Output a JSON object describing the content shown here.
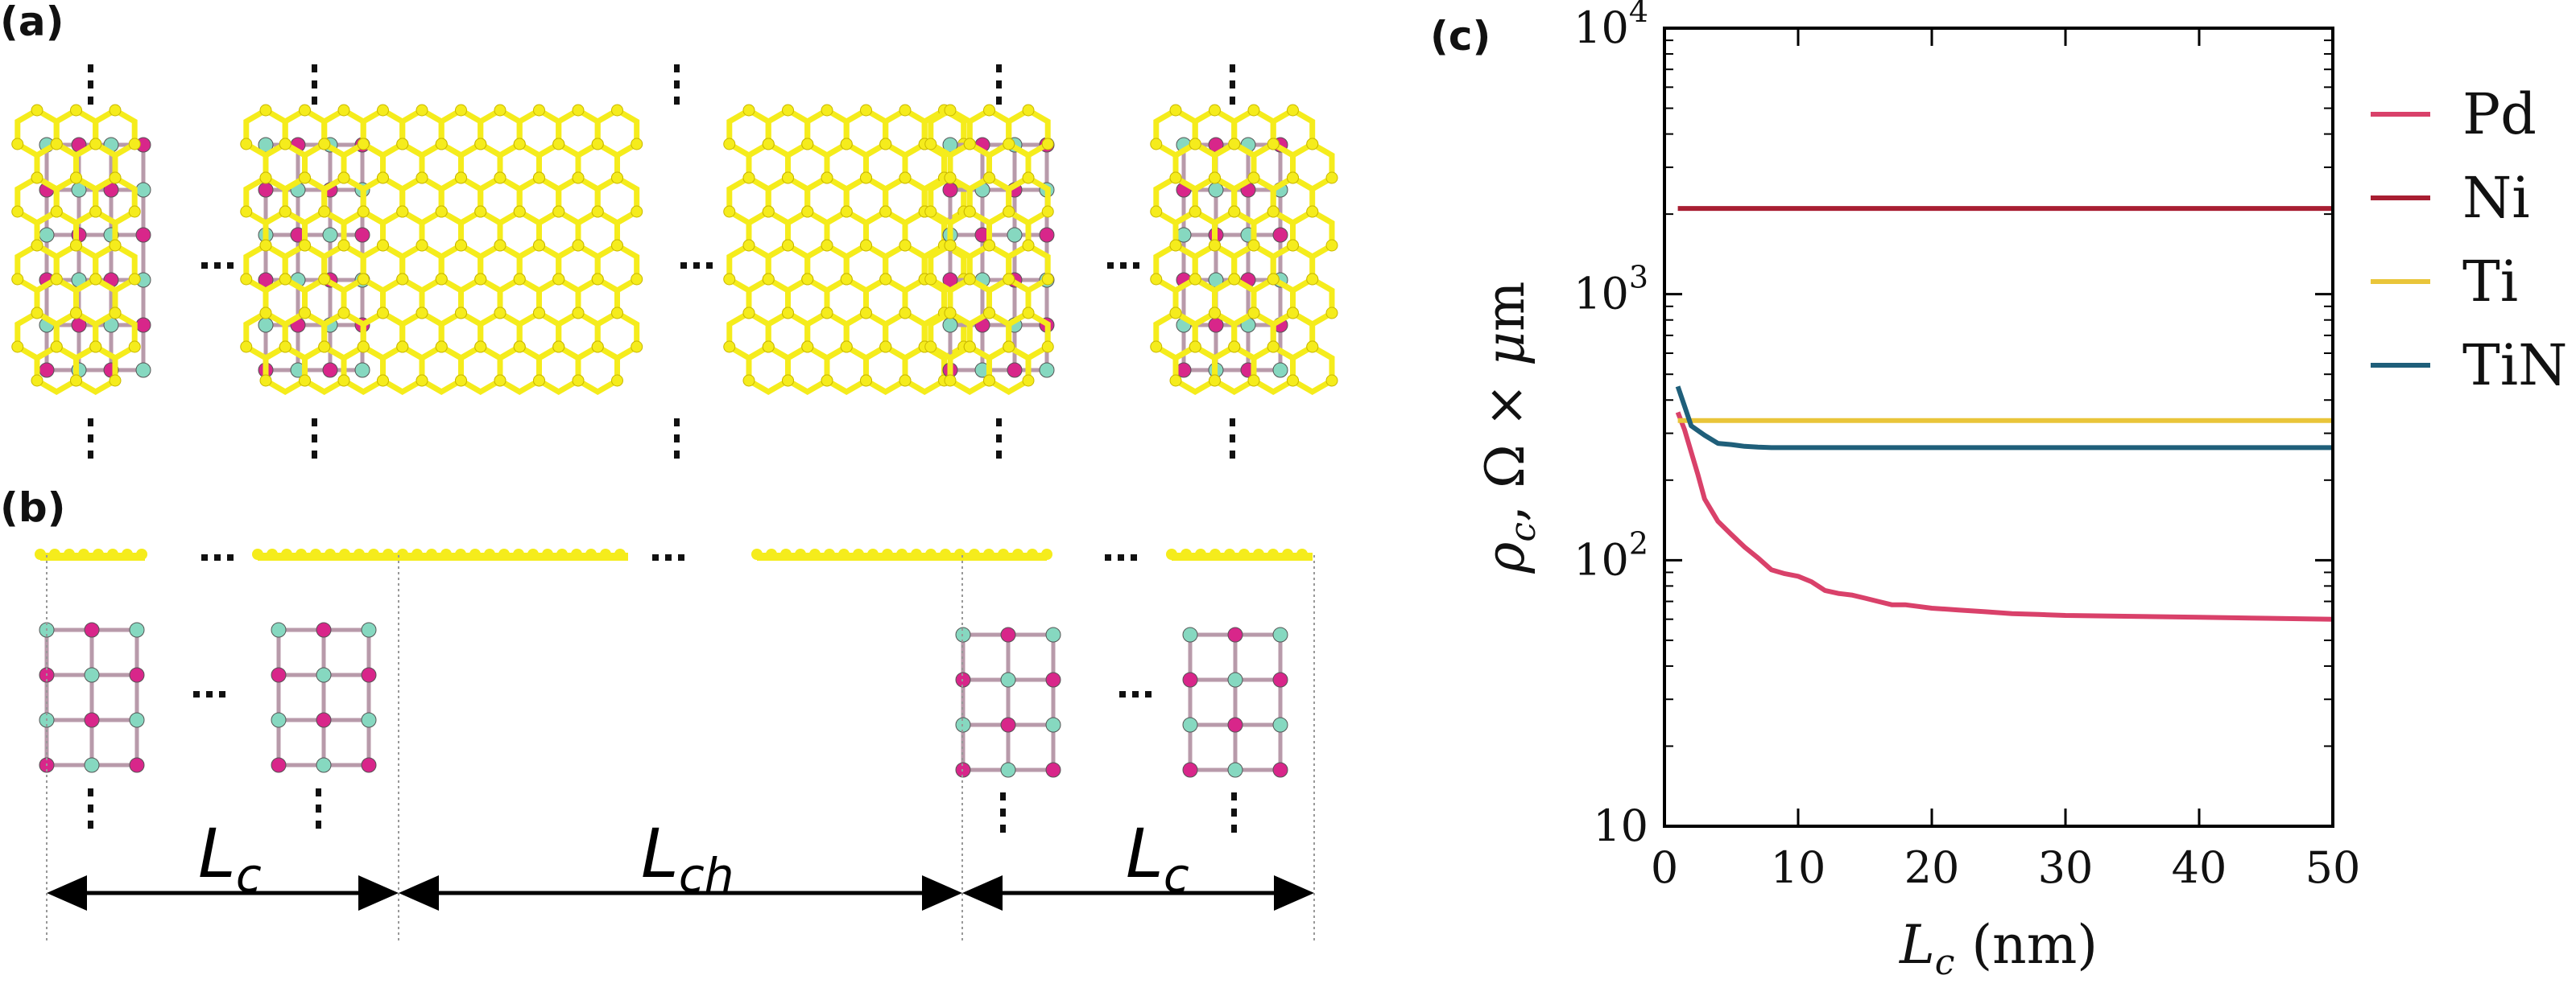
{
  "panels": {
    "a": "(a)",
    "b": "(b)",
    "c": "(c)"
  },
  "schematic": {
    "contact_left_label": "L",
    "contact_left_sub": "c",
    "channel_label": "L",
    "channel_sub": "ch",
    "contact_right_label": "L",
    "contact_right_sub": "c",
    "colors": {
      "graphene": "#f5ec1c",
      "metal_pink": "#d8268a",
      "metal_teal": "#86d8c0",
      "bond": "#b89aaa"
    }
  },
  "chart_data": {
    "type": "line",
    "title": "",
    "xlabel": "L_c (nm)",
    "ylabel": "ρ_c, Ω × μm",
    "xlim": [
      0,
      50
    ],
    "ylim": [
      10,
      10000
    ],
    "yscale": "log",
    "x_ticks": [
      0,
      10,
      20,
      30,
      40,
      50
    ],
    "y_ticks": [
      {
        "value": 10,
        "label": "10"
      },
      {
        "value": 100,
        "label": "10",
        "sup": "2"
      },
      {
        "value": 1000,
        "label": "10",
        "sup": "3"
      },
      {
        "value": 10000,
        "label": "10",
        "sup": "4"
      }
    ],
    "legend_position": "right",
    "series": [
      {
        "name": "Pd",
        "color": "#d9416a",
        "x": [
          1,
          1.5,
          2,
          2.5,
          3,
          4,
          5,
          6,
          7,
          8,
          9,
          10,
          11,
          12,
          13,
          14,
          15,
          16,
          17,
          18,
          19,
          20,
          22,
          24,
          26,
          28,
          30,
          35,
          40,
          45,
          50
        ],
        "y": [
          360,
          310,
          255,
          210,
          170,
          140,
          125,
          112,
          102,
          92,
          89,
          87,
          83,
          77,
          75,
          74,
          72,
          70,
          68,
          68,
          67,
          66,
          65,
          64,
          63,
          62.5,
          62,
          61.5,
          61,
          60.5,
          60
        ]
      },
      {
        "name": "Ni",
        "color": "#a81e32",
        "x": [
          1,
          50
        ],
        "y": [
          2100,
          2100
        ]
      },
      {
        "name": "Ti",
        "color": "#e9c53a",
        "x": [
          1,
          50
        ],
        "y": [
          335,
          335
        ]
      },
      {
        "name": "TiN",
        "color": "#1f5f7a",
        "x": [
          1,
          1.5,
          2,
          3,
          4,
          5,
          6,
          7,
          8,
          10,
          15,
          20,
          30,
          40,
          50
        ],
        "y": [
          450,
          380,
          320,
          295,
          275,
          272,
          268,
          266,
          265,
          265,
          265,
          265,
          265,
          265,
          265
        ]
      }
    ]
  }
}
